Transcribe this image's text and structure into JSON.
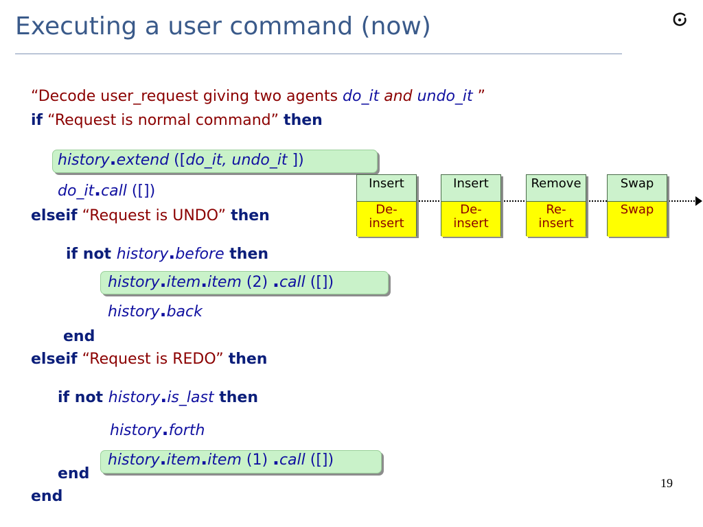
{
  "slide": {
    "title": "Executing a user command (now)",
    "page_number": "19"
  },
  "code": {
    "l1_str": "“Decode user_request giving two agents ",
    "l1_do_it": "do_it",
    "l1_and": " and ",
    "l1_undo_it": "undo_it",
    "l1_end": " ”",
    "l2_if": "if",
    "l2_str": " “Request is normal command” ",
    "l2_then": "then",
    "l3_history": "history",
    "l3_extend": "extend",
    "l3_open": " ([",
    "l3_args": "do_it,  undo_it",
    "l3_close": " ])",
    "l4_do_it": "do_it",
    "l4_call": "call",
    "l4_args": " ([])",
    "l5_elseif": "elseif",
    "l5_str": " “Request is UNDO” ",
    "l5_then": "then",
    "l6_if": "if",
    "l6_not": " not ",
    "l6_history": "history",
    "l6_before": "before",
    "l6_then": " then",
    "l7_history": "history",
    "l7_item1": "item",
    "l7_item2": "item",
    "l7_arg": " (2) ",
    "l7_call": "call",
    "l7_args": " ([])",
    "l8_history": "history",
    "l8_back": "back",
    "l9_end": "end",
    "l10_elseif": "elseif",
    "l10_str": " “Request is REDO” ",
    "l10_then": "then",
    "l11_if": "if",
    "l11_not": " not ",
    "l11_history": "history",
    "l11_is_last": "is_last",
    "l11_then": " then",
    "l12_history": "history",
    "l12_forth": "forth",
    "l13_end": "end",
    "l13_history": "history",
    "l13_item1": "item",
    "l13_item2": "item",
    "l13_arg": " (1) ",
    "l13_call": "call",
    "l13_args": " ([])",
    "l14_end": "end",
    "dot": "."
  },
  "history_list": [
    {
      "top": "Insert",
      "bottom_1": "De-",
      "bottom_2": "insert"
    },
    {
      "top": "Insert",
      "bottom_1": "De-",
      "bottom_2": "insert"
    },
    {
      "top": "Remove",
      "bottom_1": "Re-",
      "bottom_2": "insert"
    },
    {
      "top": "Swap",
      "bottom_1": "Swap",
      "bottom_2": ""
    }
  ],
  "colors": {
    "title": "#3a5a8a",
    "keyword": "#0b1e7a",
    "identifier": "#1010a0",
    "string": "#8b0000",
    "highlight": "#c9f2c9",
    "cell_top": "#ccf2cc",
    "cell_bottom": "#ffff00"
  },
  "icons": {
    "logo": "eiffel-logo-icon"
  }
}
